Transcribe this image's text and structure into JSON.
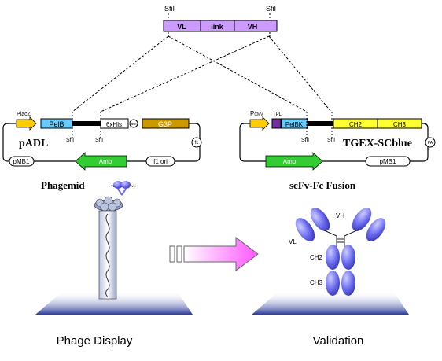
{
  "insert": {
    "site_left": "SfiI",
    "site_right": "SfiI",
    "seg_vl": "VL",
    "seg_link": "link",
    "seg_vh": "VH"
  },
  "padl": {
    "name": "pADL",
    "promoter": "PlacZ",
    "pelb": "PelB",
    "his": "6xHis",
    "amber": "amb",
    "g3p": "G3P",
    "sfi1": "SfiI",
    "sfi2": "SfiI",
    "f1": "f1",
    "amp": "Amp",
    "f1ori": "f1 ori",
    "pmb1": "pMB1"
  },
  "tgex": {
    "name": "TGEX-SCblue",
    "pcmv_p": "P",
    "pcmv_sub": "CMV",
    "tpl": "TPL",
    "pelbk": "PelBK",
    "ch2": "CH2",
    "ch3": "CH3",
    "sfi1": "SfiI",
    "sfi2": "SfiI",
    "pa": "PA",
    "amp": "Amp",
    "pmb1": "pMB1"
  },
  "phagemid_label": "Phagemid",
  "fusion_label": "scFv-Fc Fusion",
  "phage_vl": "VL",
  "phage_vh": "VH",
  "ab": {
    "vh": "VH",
    "vl": "VL",
    "ch2": "CH2",
    "ch3": "CH3"
  },
  "caption_left": "Phage Display",
  "caption_right": "Validation",
  "colors": {
    "insert": "#cc99ff",
    "pelb": "#66ccff",
    "g3p": "#cc9900",
    "promoter": "#ffcc00",
    "amp": "#33cc33",
    "fc": "#ffff33",
    "tpl": "#7030a0",
    "antibody": "#6666ee",
    "arrow": "#ff66ff",
    "platform": "#3344aa"
  }
}
